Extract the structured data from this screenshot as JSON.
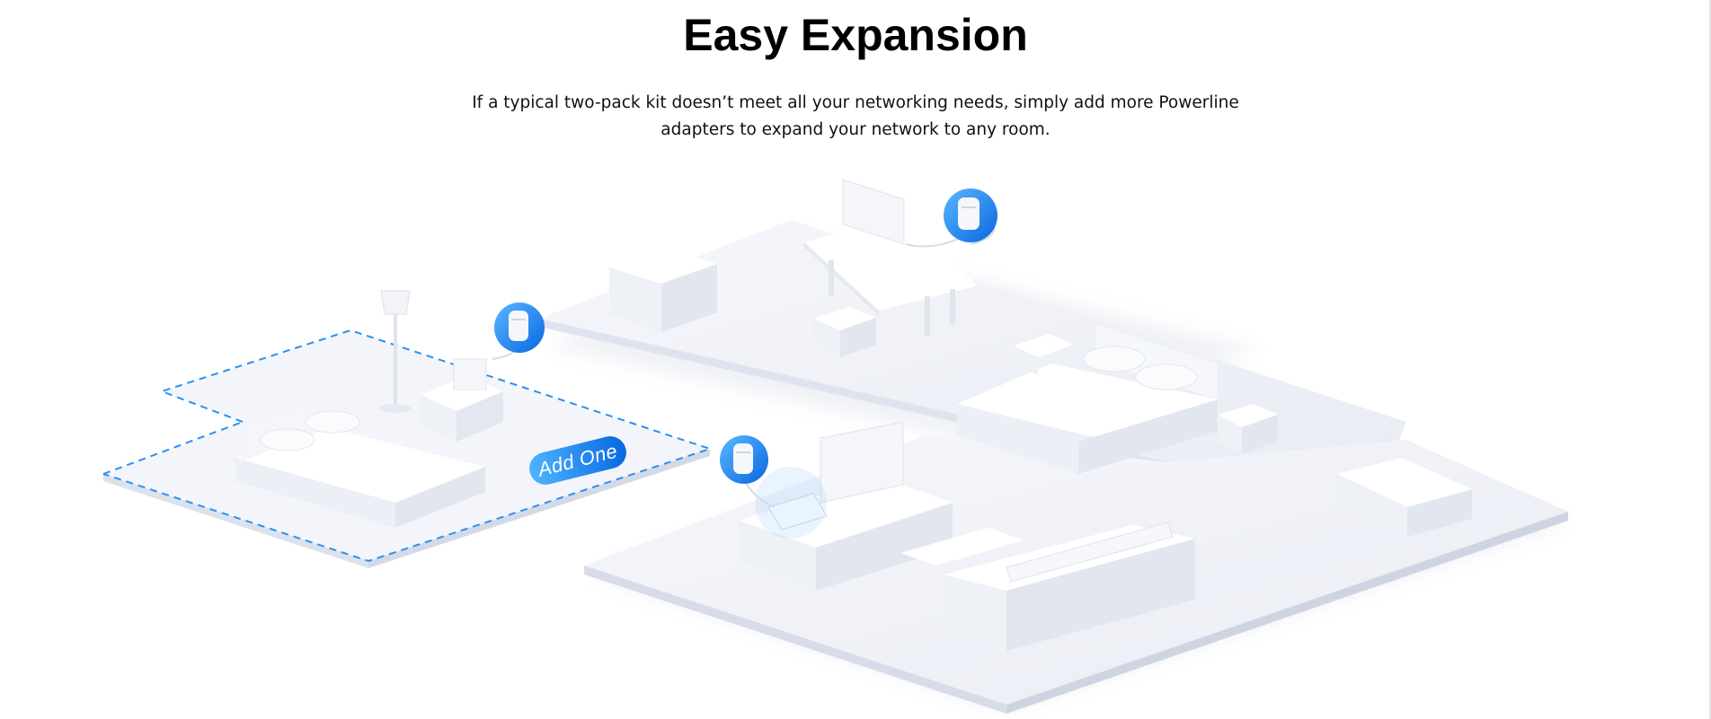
{
  "section": {
    "title": "Easy Expansion",
    "description_line1": "If a typical two-pack kit doesn’t meet all your networking needs, simply add more Powerline",
    "description_line2": "adapters to expand your network to any room."
  },
  "illustration": {
    "badge_label": "Add One",
    "accent_color": "#1a8cf2",
    "accent_dark": "#0a66d9",
    "floor_color": "#eef0f7",
    "dashed_outline_color": "#2d8ff0",
    "icons": [
      "powerline-adapter-icon",
      "powerline-adapter-icon",
      "powerline-adapter-icon"
    ]
  }
}
